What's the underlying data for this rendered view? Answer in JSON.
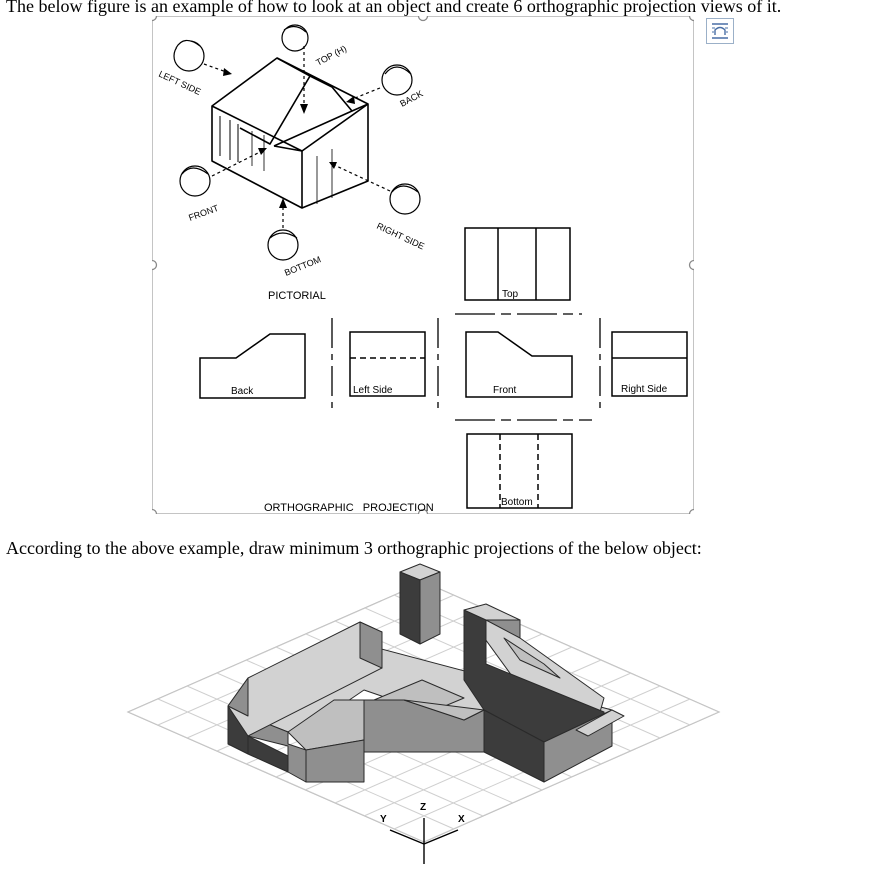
{
  "document": {
    "intro_text": "The below figure is an example of how to look at an object and create 6 orthographic projection views of it.",
    "task_text": "According to the above example, draw minimum 3 orthographic projections of the below object:"
  },
  "example_figure": {
    "pictorial_caption": "PICTORIAL",
    "orthographic_caption": "ORTHOGRAPHIC   PROJECTION",
    "viewer_labels": {
      "top": "TOP (H)",
      "left_side": "LEFT SIDE",
      "back": "BACK",
      "front": "FRONT",
      "right_side": "RIGHT SIDE",
      "bottom": "BOTTOM"
    },
    "views": {
      "top": "Top",
      "back": "Back",
      "left_side": "Left Side",
      "front": "Front",
      "right_side": "Right Side",
      "bottom": "Bottom"
    }
  },
  "object_figure": {
    "axes": {
      "x": "X",
      "y": "Y",
      "z": "Z"
    }
  },
  "colors": {
    "light_face": "#d2d2d2",
    "medium_face": "#8f8f8f",
    "dark_face": "#3c3c3c",
    "grid_line": "#cfcfcf",
    "selection_border": "#8a8a8a"
  },
  "icons": [
    "layout-options-icon",
    "viewer-head-icon",
    "axis-triad-icon"
  ]
}
